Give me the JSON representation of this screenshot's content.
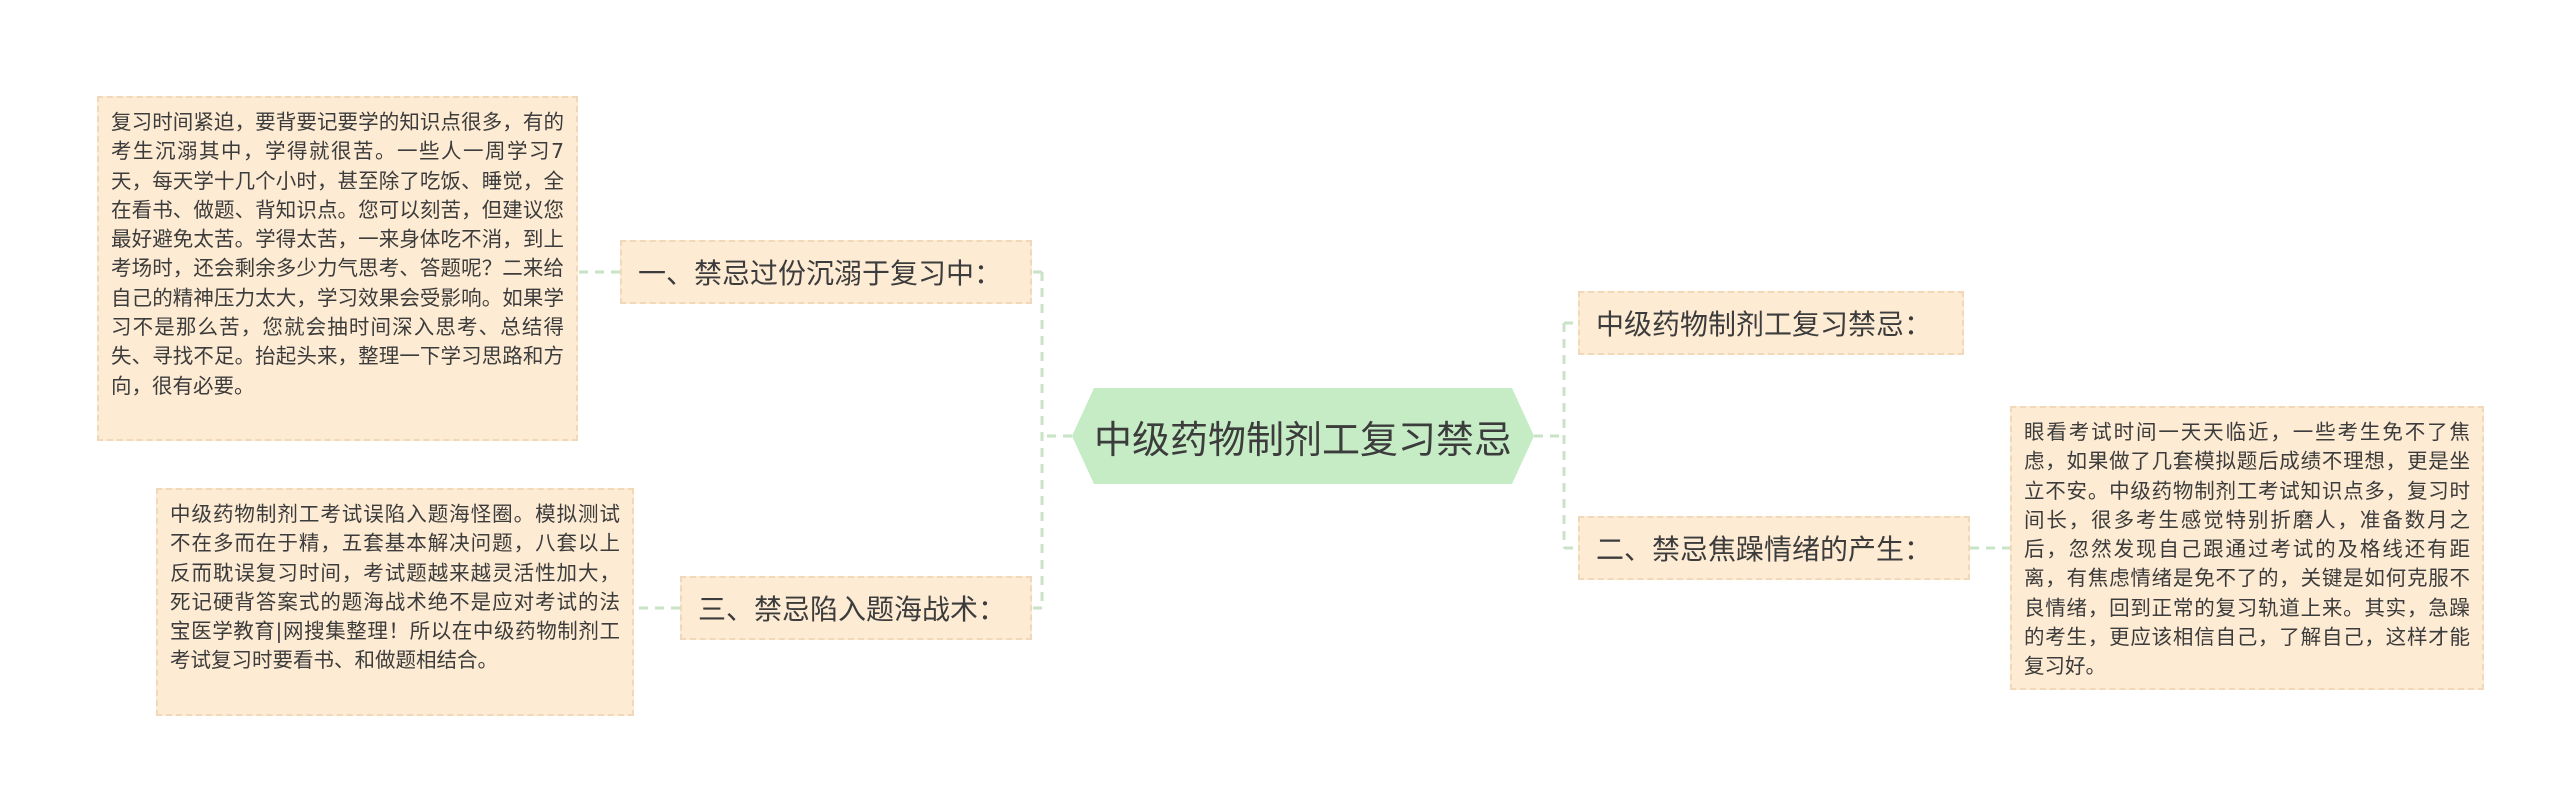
{
  "root": {
    "title": "中级药物制剂工复习禁忌"
  },
  "branches": {
    "b1": "一、禁忌过份沉溺于复习中：",
    "b2": "三、禁忌陷入题海战术：",
    "b3": "中级药物制剂工复习禁忌：",
    "b4": "二、禁忌焦躁情绪的产生："
  },
  "leaves": {
    "l1": "复习时间紧迫，要背要记要学的知识点很多，有的考生沉溺其中，学得就很苦。一些人一周学习7天，每天学十几个小时，甚至除了吃饭、睡觉，全在看书、做题、背知识点。您可以刻苦，但建议您最好避免太苦。学得太苦，一来身体吃不消，到上考场时，还会剩余多少力气思考、答题呢？二来给自己的精神压力太大，学习效果会受影响。如果学习不是那么苦，您就会抽时间深入思考、总结得失、寻找不足。抬起头来，整理一下学习思路和方向，很有必要。",
    "l2": "中级药物制剂工考试误陷入题海怪圈。模拟测试不在多而在于精，五套基本解决问题，八套以上反而耽误复习时间，考试题越来越灵活性加大，死记硬背答案式的题海战术绝不是应对考试的法宝医学教育|网搜集整理！所以在中级药物制剂工考试复习时要看书、和做题相结合。",
    "l4": "眼看考试时间一天天临近，一些考生免不了焦虑，如果做了几套模拟题后成绩不理想，更是坐立不安。中级药物制剂工考试知识点多，复习时间长，很多考生感觉特别折磨人，准备数月之后，忽然发现自己跟通过考试的及格线还有距离，有焦虑情绪是免不了的，关键是如何克服不良情绪，回到正常的复习轨道上来。其实，急躁的考生，更应该相信自己，了解自己，这样才能复习好。"
  },
  "colors": {
    "root_fill": "#c6ecc6",
    "node_fill": "#fdebd3",
    "node_border": "#f1d8b8",
    "connector": "#c8e3c6",
    "text": "#3c3c3c"
  }
}
